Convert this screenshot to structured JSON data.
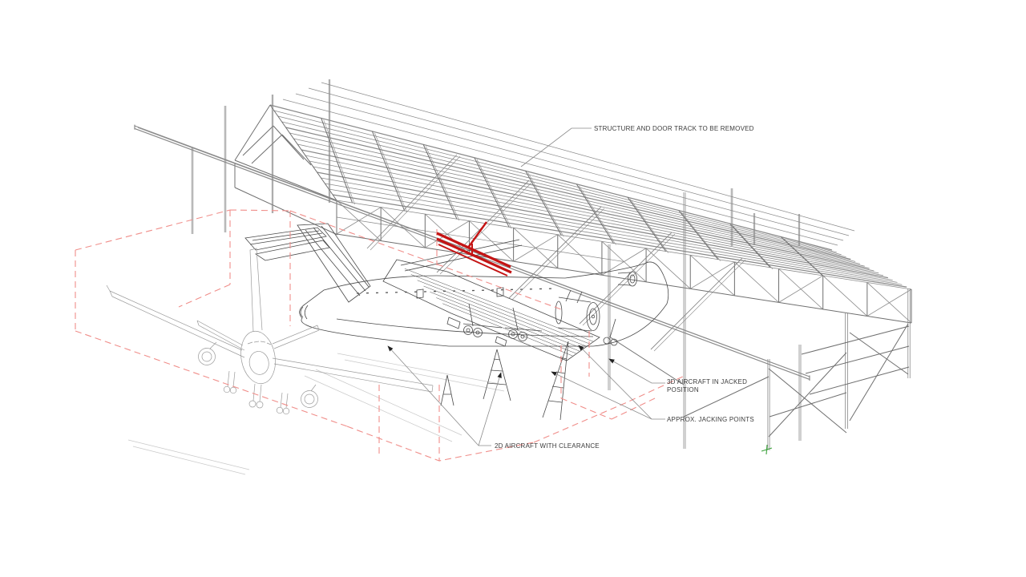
{
  "annotations": {
    "structure": {
      "label": "STRUCTURE AND DOOR TRACK TO BE REMOVED"
    },
    "aircraft3d": {
      "label": "3D AIRCRAFT IN JACKED POSITION"
    },
    "jacking": {
      "label": "APPROX. JACKING POINTS"
    },
    "aircraft2d": {
      "label": "2D AIRCRAFT WITH CLEARANCE"
    }
  },
  "colors": {
    "background": "#ffffff",
    "structure": "#8a8a8a",
    "aircraft": "#4a4a4a",
    "annotation": "#3c3c3c",
    "highlight": "#c41414",
    "clearance": "#f08e8a",
    "ucs_marker": "#3aa23a"
  }
}
